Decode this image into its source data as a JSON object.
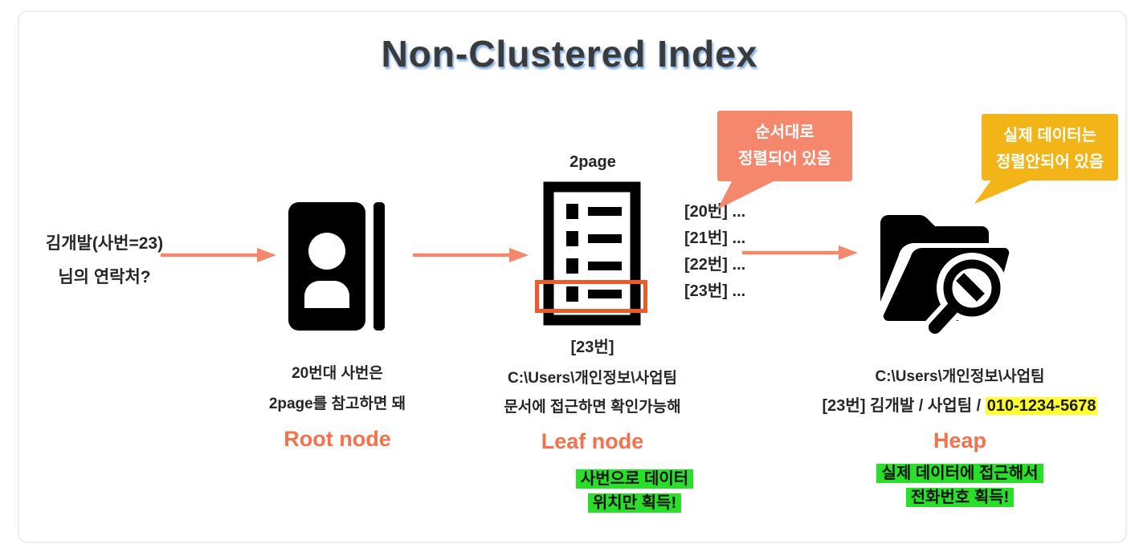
{
  "title": "Non-Clustered Index",
  "query": {
    "line1": "김개발(사번=23)",
    "line2": "님의 연락처?"
  },
  "root": {
    "icon": "contact-book-icon",
    "caption_line1": "20번대 사번은",
    "caption_line2": "2page를 참고하면 돼",
    "label": "Root node"
  },
  "leaf": {
    "icon": "page-list-icon",
    "page_label": "2page",
    "entries": [
      "[20번] ...",
      "[21번] ...",
      "[22번] ...",
      "[23번] ..."
    ],
    "bubble": {
      "line1": "순서대로",
      "line2": "정렬되어 있음"
    },
    "selected_entry": "[23번]",
    "caption_line1": "C:\\Users\\개인정보\\사업팀",
    "caption_line2": "문서에 접근하면 확인가능해",
    "label": "Leaf node",
    "note_line1": "사번으로 데이터",
    "note_line2": "위치만 획득!"
  },
  "heap": {
    "icon": "folder-search-icon",
    "bubble": {
      "line1": "실제 데이터는",
      "line2": "정렬안되어 있음"
    },
    "caption_line1": "C:\\Users\\개인정보\\사업팀",
    "record_prefix": "[23번] 김개발 / 사업팀 / ",
    "record_phone": "010-1234-5678",
    "label": "Heap",
    "note_line1": "실제 데이터에 접근해서",
    "note_line2": "전화번호 획득!"
  },
  "colors": {
    "accent_orange": "#F4714B",
    "bubble_salmon": "#F4876C",
    "bubble_yellow": "#F2B416",
    "highlight_green": "#2ADF2A",
    "highlight_yellow": "#FFFF2E",
    "highlight_box_outline": "#F0592B",
    "arrow": "#F4876C",
    "title_text": "#3B3B3B",
    "title_shadow": "#8CB4E6"
  }
}
